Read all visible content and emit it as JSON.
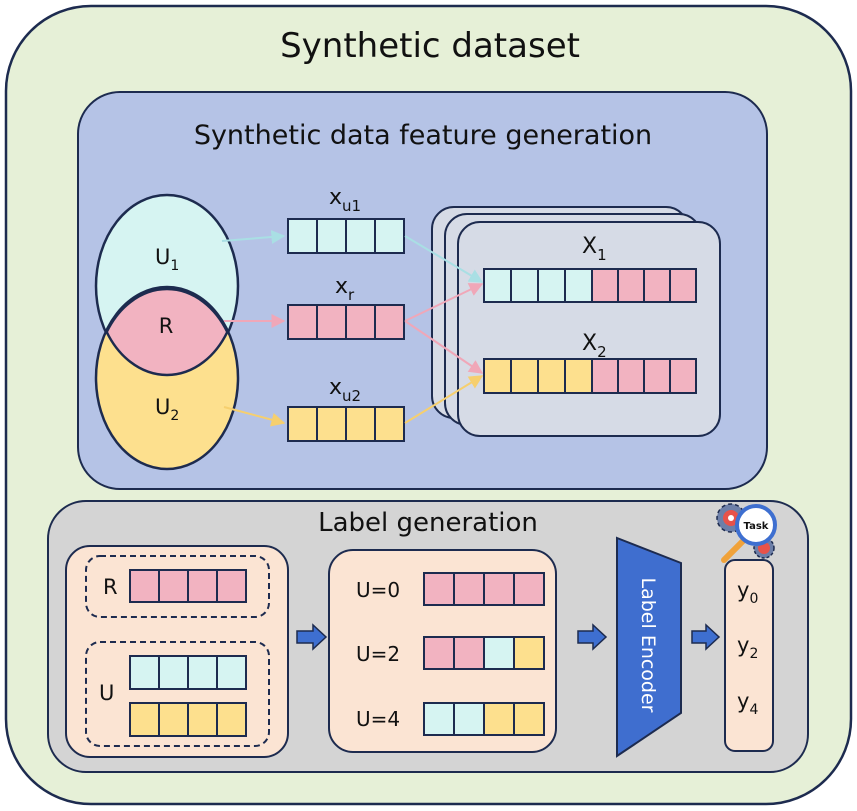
{
  "title": "Synthetic dataset",
  "feature_panel": {
    "title": "Synthetic data feature generation",
    "venn": {
      "top_main": "U",
      "top_sub": "1",
      "middle": "R",
      "bottom_main": "U",
      "bottom_sub": "2"
    },
    "vectors": {
      "xu1_main": "x",
      "xu1_sub": "u1",
      "xr_main": "x",
      "xr_sub": "r",
      "xu2_main": "x",
      "xu2_sub": "u2"
    },
    "outputs": {
      "x1_main": "X",
      "x1_sub": "1",
      "x2_main": "X",
      "x2_sub": "2"
    }
  },
  "label_panel": {
    "title": "Label generation",
    "sources": {
      "r": "R",
      "u": "U"
    },
    "rows": {
      "u0": "U=0",
      "u2": "U=2",
      "u4": "U=4"
    },
    "encoder": "Label Encoder",
    "task_badge": "Task",
    "outputs": {
      "y0_main": "y",
      "y0_sub": "0",
      "y2_main": "y",
      "y2_sub": "2",
      "y4_main": "y",
      "y4_sub": "4"
    }
  },
  "colors": {
    "outer_bg": "#e6f0d7",
    "feature_bg": "#b5c3e6",
    "label_bg": "#d4d4d4",
    "stack_bg": "#d6dbe6",
    "cyan": "#d6f4f2",
    "pink": "#f2b3c1",
    "yellow": "#fde08e",
    "peach": "#fbe4d3",
    "encoder": "#3f6ecf",
    "arrow_blue": "#3e6fd0",
    "outline": "#1d2b4f"
  }
}
